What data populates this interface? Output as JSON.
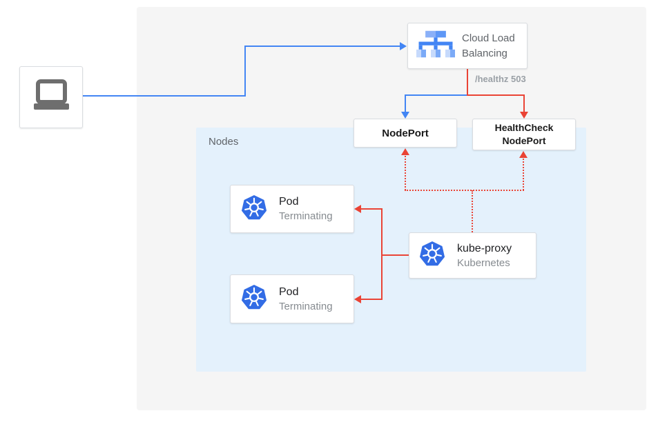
{
  "diagram": {
    "nodes_panel": {
      "label": "Nodes"
    },
    "cloud_load_balancing": {
      "label": "Cloud Load Balancing",
      "icon": "load-balancer-icon"
    },
    "client": {
      "icon": "laptop-icon"
    },
    "healthz_label": "/healthz 503",
    "nodeport": {
      "label": "NodePort"
    },
    "healthcheck_nodeport": {
      "label": "HealthCheck NodePort"
    },
    "pods": [
      {
        "title": "Pod",
        "status": "Terminating",
        "icon": "kubernetes-icon"
      },
      {
        "title": "Pod",
        "status": "Terminating",
        "icon": "kubernetes-icon"
      }
    ],
    "kube_proxy": {
      "title": "kube-proxy",
      "subtitle": "Kubernetes",
      "icon": "kubernetes-icon"
    },
    "colors": {
      "traffic_flow_blue": "#4285f4",
      "health_check_red": "#ea4335",
      "nodes_panel_bg": "#e4f1fc",
      "canvas_bg": "#f5f5f5",
      "kubernetes_icon_blue": "#326ce5",
      "card_border": "#dadce0"
    }
  }
}
